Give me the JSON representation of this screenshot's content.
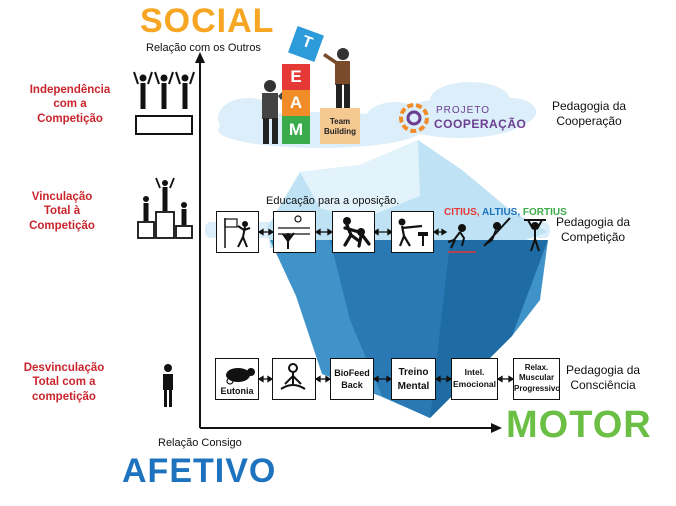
{
  "axes": {
    "social": "SOCIAL",
    "social_sub": "Relação com os Outros",
    "afetivo": "AFETIVO",
    "afetivo_sub": "Relação Consigo",
    "motor": "MOTOR"
  },
  "left_labels": {
    "independencia": [
      "Independência",
      "com a",
      "Competição"
    ],
    "vinculacao": [
      "Vinculação",
      "Total à",
      "Competição"
    ],
    "desvinculacao": [
      "Desvinculação",
      "Total com a",
      "competição"
    ]
  },
  "right_labels": {
    "cooperacao": [
      "Pedagogia da",
      "Cooperação"
    ],
    "competicao": [
      "Pedagogia da",
      "Competição"
    ],
    "consciencia": [
      "Pedagogia da",
      "Consciência"
    ]
  },
  "team": {
    "letters": [
      "T",
      "E",
      "A",
      "M"
    ],
    "building_label": [
      "Team",
      "Building"
    ]
  },
  "projeto": {
    "line1": "PROJETO",
    "line2": "COOPERAÇÃO"
  },
  "oposicao_label": "Educação para a oposição.",
  "olympic_motto": {
    "citius": "CITIUS,",
    "altius": "ALTIUS,",
    "fortius": "FORTIUS"
  },
  "bottom_boxes": {
    "eutonia": "Eutonia",
    "biofeed": [
      "BioFeed",
      "Back"
    ],
    "treino": [
      "Treino",
      "Mental"
    ],
    "intel": [
      "Intel.",
      "Emocional"
    ],
    "relax": [
      "Relax.",
      "Muscular",
      "Progressivo"
    ]
  },
  "colors": {
    "social": "#f6a623",
    "afetivo": "#1e73be",
    "motor": "#6bbf45",
    "left_labels": "#c9252c",
    "iceberg_light": "#a8d8ef",
    "iceberg_dark": "#3a8cc4",
    "team_blue": "#2d9ad9",
    "team_red": "#e53935",
    "team_orange": "#f28c28",
    "team_green": "#3aaa4a",
    "projeto_purple": "#6b3e91",
    "citius": "#e53935",
    "altius": "#1e73be",
    "fortius": "#3aaa4a"
  }
}
